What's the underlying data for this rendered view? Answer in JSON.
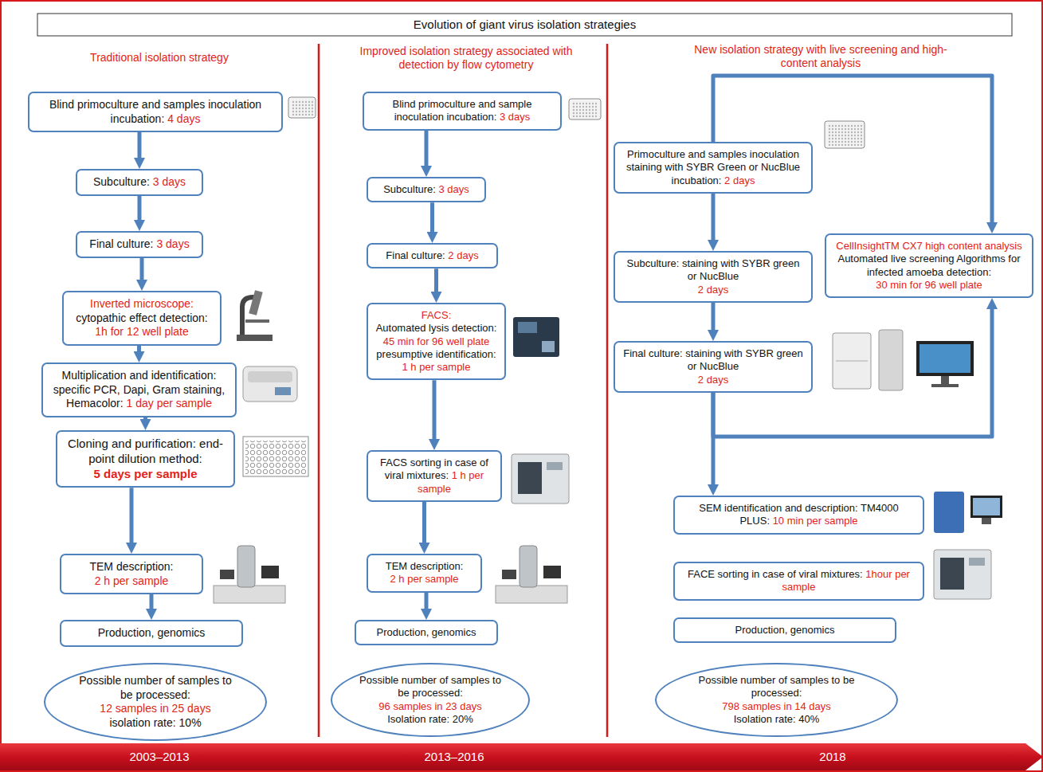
{
  "diagram": {
    "title": "Evolution of giant virus isolation strategies",
    "nodes": [
      {
        "text": [
          "Blind primoculture and samples inoculation incubation:",
          "4 days"
        ]
      },
      {
        "text": [
          "Subculture:",
          "3 days"
        ]
      },
      {
        "text": [
          "Final culture:",
          "3 days"
        ]
      },
      {
        "text": [
          "Inverted microscope:",
          "cytopathic effect detection:",
          "1h for 12 well plate"
        ]
      },
      {
        "text": [
          "Multiplication and identification: specific PCR, Dapi, Gram staining, Hemacolor:",
          "1 day per sample"
        ]
      },
      {
        "text": [
          "Cloning and purification: end-point dilution method:",
          "5 days per sample"
        ]
      },
      {
        "text": [
          "TEM description:",
          "2 h per sample"
        ]
      },
      {
        "text": [
          "Production, genomics"
        ]
      },
      {
        "text": [
          "Possible number of samples to be processed:",
          "12 samples in 25 days",
          "isolation rate: 10%"
        ]
      },
      {
        "text": [
          "Blind primoculture and sample inoculation incubation:",
          "3 days"
        ]
      },
      {
        "text": [
          "Subculture:",
          "3 days"
        ]
      },
      {
        "text": [
          "Final culture:",
          "2 days"
        ]
      },
      {
        "text": [
          "FACS:",
          "Automated lysis detection:",
          "45 min for 96 well plate",
          "presumptive identification:",
          "1 h per sample"
        ]
      },
      {
        "text": [
          "FACS sorting in case of viral mixtures:",
          "1 h per sample"
        ]
      },
      {
        "text": [
          "TEM description:",
          "2 h per sample"
        ]
      },
      {
        "text": [
          "Production, genomics"
        ]
      },
      {
        "text": [
          "Possible number of samples to be processed:",
          "96 samples in 23 days",
          "Isolation rate: 20%"
        ]
      },
      {
        "text": [
          "Primoculture and samples inoculation staining with SYBR Green or NucBlue incubation:",
          "2 days"
        ]
      },
      {
        "text": [
          "Subculture: staining with SYBR green or NucBlue",
          "2 days"
        ]
      },
      {
        "text": [
          "Final culture: staining with SYBR green or NucBlue",
          "2 days"
        ]
      },
      {
        "text": [
          "CellInsightTM CX7 high content analysis",
          "Automated live screening Algorithms for infected amoeba detection:",
          "30 min for 96 well plate"
        ]
      },
      {
        "text": [
          "SEM identification and description: TM4000 PLUS:",
          "10 min per sample"
        ]
      },
      {
        "text": [
          "FACE sorting in case of viral mixtures:",
          "1hour per sample"
        ]
      },
      {
        "text": [
          "Production, genomics"
        ]
      },
      {
        "text": [
          "Possible number of samples to be processed:",
          "798 samples in 14 days",
          "Isolation rate: 40%"
        ]
      },
      {
        "text": [
          "2003–2013",
          "2013–2016",
          "2018"
        ]
      }
    ],
    "edges": [
      {
        "from": 0,
        "to": 1,
        "arrow": "to"
      },
      {
        "from": 1,
        "to": 2,
        "arrow": "to"
      },
      {
        "from": 2,
        "to": 3,
        "arrow": "to"
      },
      {
        "from": 3,
        "to": 4,
        "arrow": "to"
      },
      {
        "from": 4,
        "to": 5,
        "arrow": "to"
      },
      {
        "from": 5,
        "to": 6,
        "arrow": "to"
      },
      {
        "from": 6,
        "to": 7,
        "arrow": "to"
      },
      {
        "from": 9,
        "to": 10,
        "arrow": "to"
      },
      {
        "from": 10,
        "to": 11,
        "arrow": "to"
      },
      {
        "from": 11,
        "to": 12,
        "arrow": "to"
      },
      {
        "from": 12,
        "to": 13,
        "arrow": "to"
      },
      {
        "from": 13,
        "to": 14,
        "arrow": "to"
      },
      {
        "from": 14,
        "to": 15,
        "arrow": "to"
      },
      {
        "from": 17,
        "to": 18,
        "arrow": "to"
      },
      {
        "from": 18,
        "to": 19,
        "arrow": "to"
      },
      {
        "from": 17,
        "to": 20,
        "arrow": "to"
      },
      {
        "from": 19,
        "to": 20,
        "arrow": "to"
      },
      {
        "from": 19,
        "to": 21,
        "arrow": "to"
      }
    ],
    "labels": [
      "Traditional isolation strategy",
      "Improved isolation strategy associated with detection by flow cytometry",
      "New isolation strategy with live screening and high-content analysis"
    ]
  }
}
